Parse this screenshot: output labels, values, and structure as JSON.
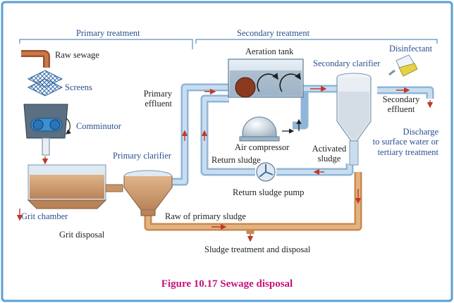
{
  "sections": {
    "primary": "Primary treatment",
    "secondary": "Secondary treatment"
  },
  "labels": {
    "raw_sewage": "Raw sewage",
    "screens": "Screens",
    "comminutor": "Comminutor",
    "grit_chamber": "Grit chamber",
    "grit_disposal": "Grit disposal",
    "primary_clarifier": "Primary clarifier",
    "primary_effluent_1": "Primary",
    "primary_effluent_2": "effluent",
    "aeration_tank": "Aeration tank",
    "air_compressor": "Air compressor",
    "return_sludge": "Return sludge",
    "return_sludge_pump": "Return sludge pump",
    "raw_primary_sludge": "Raw of primary sludge",
    "sludge_treatment": "Sludge treatment and disposal",
    "secondary_clarifier": "Secondary clarifier",
    "disinfectant": "Disinfectant",
    "secondary_effluent_1": "Secondary",
    "secondary_effluent_2": "effluent",
    "activated_sludge_1": "Activated",
    "activated_sludge_2": "sludge",
    "discharge_1": "Discharge",
    "discharge_2": "to surface water or",
    "discharge_3": "tertiary treatment"
  },
  "caption": "Figure 10.17 Sewage disposal",
  "colors": {
    "frame": "#5a9fd4",
    "pipe": "#b8d3ea",
    "sludge_pipe": "#d8a064",
    "sewage": "#c8956a",
    "label_blue": "#2a4f8f",
    "caption": "#c4127a"
  }
}
